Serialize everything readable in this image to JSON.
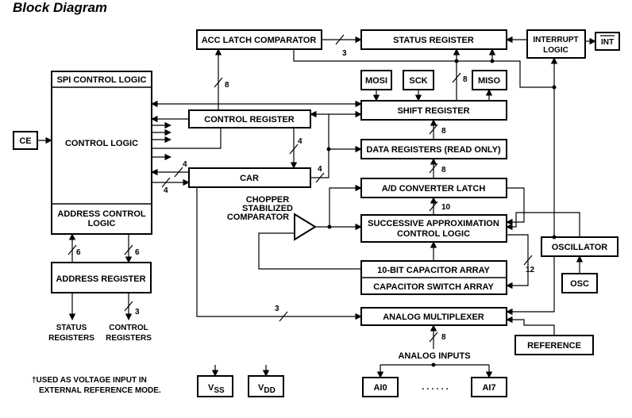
{
  "title": "Block Diagram",
  "blocks": {
    "acc_latch": "ACC LATCH COMPARATOR",
    "status_register": "STATUS REGISTER",
    "interrupt_logic_1": "INTERRUPT",
    "interrupt_logic_2": "LOGIC",
    "int_pin": "INT",
    "spi_control": "SPI CONTROL LOGIC",
    "control_logic": "CONTROL LOGIC",
    "address_control_1": "ADDRESS CONTROL",
    "address_control_2": "LOGIC",
    "ce": "CE",
    "mosi": "MOSI",
    "sck": "SCK",
    "miso": "MISO",
    "shift_register": "SHIFT REGISTER",
    "control_register": "CONTROL REGISTER",
    "data_registers": "DATA REGISTERS (READ ONLY)",
    "car": "CAR",
    "ad_latch": "A/D CONVERTER LATCH",
    "sar_1": "SUCCESSIVE APPROXIMATION",
    "sar_2": "CONTROL LOGIC",
    "oscillator": "OSCILLATOR",
    "osc": "OSC",
    "cap_array": "10-BIT CAPACITOR ARRAY",
    "cap_switch": "CAPACITOR SWITCH ARRAY",
    "address_register": "ADDRESS REGISTER",
    "analog_mux": "ANALOG MULTIPLEXER",
    "reference": "REFERENCE",
    "ai0": "AI0",
    "ai7": "AI7",
    "vss_main": "V",
    "vss_sub": "SS",
    "vdd_main": "V",
    "vdd_sub": "DD"
  },
  "labels": {
    "chopper_1": "CHOPPER",
    "chopper_2": "STABILIZED",
    "chopper_3": "COMPARATOR",
    "status_registers_1": "STATUS",
    "status_registers_2": "REGISTERS",
    "control_registers_1": "CONTROL",
    "control_registers_2": "REGISTERS",
    "analog_inputs": "ANALOG INPUTS",
    "dots": ". . . . . .",
    "footnote_1": "†USED AS VOLTAGE INPUT IN",
    "footnote_2": "EXTERNAL REFERENCE MODE."
  },
  "bus_widths": {
    "b_acc_status": "3",
    "b_acc_ctrl": "8",
    "b_shift_status": "8",
    "b_shift_data": "8",
    "b_data_latch": "8",
    "b_latch_sar": "10",
    "b_ctrlreg_car": "4",
    "b_car_right": "4",
    "b_cl_car_1": "4",
    "b_cl_car_2": "4",
    "b_cap_12": "12",
    "b_car_mux": "3",
    "b_mux_in": "8",
    "b_addr_up": "6",
    "b_addr_down": "6",
    "b_addr_ctrl": "3"
  }
}
